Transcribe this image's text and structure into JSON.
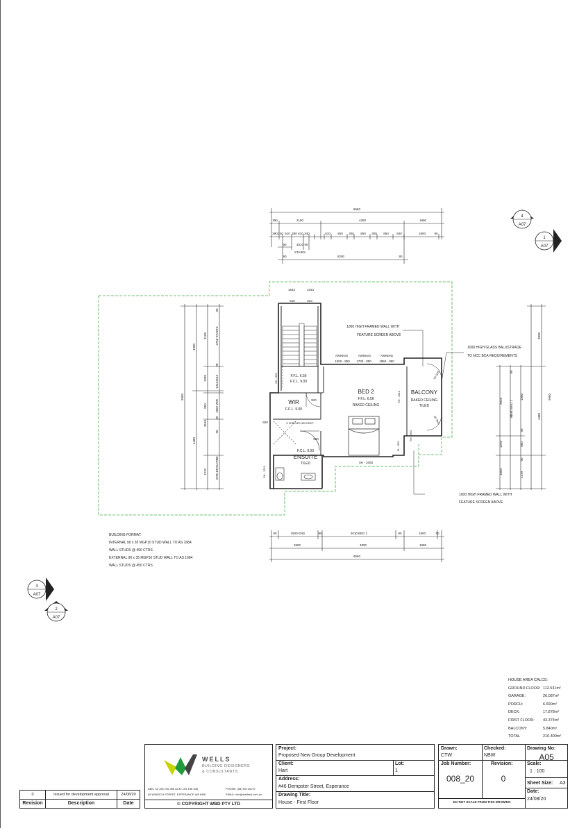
{
  "dimensions": {
    "top_overall": "8660",
    "top_row1": [
      "390",
      "2190",
      "4280",
      "1890"
    ],
    "top_row2": [
      "390",
      "240",
      "610",
      "280",
      "610",
      "340",
      "510",
      "850",
      "300",
      "850",
      "300",
      "850",
      "540",
      "1800",
      "90"
    ],
    "top_row3": [
      "90",
      "3010",
      "90"
    ],
    "stairs_label": "STAIRS",
    "top_row4": [
      "90",
      "6200",
      "90"
    ],
    "wall_marks": [
      "1543",
      "1543"
    ],
    "stair_window": [
      "610",
      "610"
    ],
    "bottom_row1": [
      "90",
      "2500 ENS",
      "90",
      "4010 BED 1",
      "90",
      "1800",
      "90"
    ],
    "bottom_row2": [
      "2680",
      "4090",
      "1890"
    ],
    "bottom_overall": "8660",
    "left_overall": "9960",
    "left_a": [
      "4380",
      "4480"
    ],
    "left_b": [
      "3165",
      "1285",
      "850",
      "3510"
    ],
    "left_c": [
      "90",
      "2750 STAIRS",
      "90",
      "1543",
      "1343",
      "1850 WIR",
      "90",
      "90",
      "2390 ENSUITE",
      "90",
      "1210"
    ],
    "right_overall": "9960",
    "right_a": [
      "3890",
      "4480"
    ],
    "right_b": [
      "2918",
      "1210",
      "1850"
    ],
    "right_c": [
      "90",
      "1800",
      "90",
      "4500 BED 1",
      "90",
      "850",
      "90",
      "1270"
    ]
  },
  "rooms": {
    "stairs_ffl": "F.F.L. 6.56",
    "stairs_fcl": "F.C.L. 9.00",
    "wir_name": "WIR",
    "wir_fcl": "F.C.L. 9.00",
    "wir_shelves": "5 SHELVES 400 DEEP",
    "wir_door": "920",
    "bed2_name": "BED 2",
    "bed2_ffl": "F.F.L. 6.56",
    "bed2_ceiling": "RAKED CEILING",
    "balcony_name": "BALCONY",
    "balcony_ceiling": "RAKED CEILING",
    "balcony_finish": "TILED",
    "ensuite_fcl": "F.C.L. 9.00",
    "ensuite_name": "ENSUITE",
    "ensuite_finish": "TILED",
    "ensuite_door": "920",
    "wall_600": "600",
    "bed2_window": "SH - 2050",
    "awnings": [
      "AWNING",
      "AWNING",
      "AWNING"
    ],
    "awning_sizes": [
      "1550 - 850",
      "1700 - 850",
      "1850 - 850"
    ],
    "balcony_door_a": "90 SHS",
    "balcony_door_b": "90 SHS",
    "side_window_a": "SH - 1810",
    "side_window_b": "SH - 850",
    "side_window_c": "SL - 850",
    "wir_window": "SH - 850",
    "ensuite_window": "SH - 1210"
  },
  "notes": {
    "framed_wall_top_1": "1000 HIGH FRAMED WALL WITH",
    "framed_wall_top_2": "FEATURE SCREEN ABOVE",
    "balustrade_1": "1000 HIGH GLASS BALUSTRADE",
    "balustrade_2": "TO NCC BCA REQUIREMENTS",
    "framed_wall_bottom_1": "1000 HIGH FRAMED WALL WITH",
    "framed_wall_bottom_2": "FEATURE SCREEN ABOVE",
    "format": [
      "BUILDING FORMAT:",
      "INTERNAL 90 x 35 MGP10 STUD WALL TO AS 1684",
      "WALL STUDS @ 450 CTRS",
      "EXTERNAL 90 x 35 MGP10 STUD WALL TO AS 1684",
      "WALL STUDS @ 450 CTRS"
    ]
  },
  "section_markers": [
    {
      "num": "4",
      "sheet": "A07"
    },
    {
      "num": "1",
      "sheet": "A07"
    },
    {
      "num": "3",
      "sheet": "A07"
    },
    {
      "num": "2",
      "sheet": "A07"
    }
  ],
  "area_calcs": {
    "title": "HOUSE AREA CALCS:",
    "rows": [
      {
        "label": "GROUND FLOOR:",
        "value": "112.531m²"
      },
      {
        "label": "GARAGE:",
        "value": "26.087m²"
      },
      {
        "label": "PORCH:",
        "value": "6.690m²"
      },
      {
        "label": "DECK:",
        "value": "17.878m²"
      },
      {
        "label": "FIRST FLOOR:",
        "value": "43.374m²"
      },
      {
        "label": "BALCONY:",
        "value": "5.840m²"
      },
      {
        "label": "TOTAL",
        "value": "210.400m²"
      }
    ]
  },
  "revision_table": {
    "row": {
      "revision": "0",
      "description": "Issued for development approval",
      "date": "24/08/20"
    },
    "headers": {
      "revision": "Revision",
      "description": "Description",
      "date": "Date"
    }
  },
  "company": {
    "name": "WELLS",
    "sub1": "BUILDING DESIGNERS",
    "sub2": "& CONSULTANTS",
    "abn": "ABN: 43 159 196 406  ACN: 159 196 406",
    "address": "65 WINDICH STREET, ESPERANCE WA 6450",
    "phone": "PHONE: (08) 90715170",
    "email": "EMAIL: info@wellsbd.com.au",
    "copyright": "© COPYRIGHT WBD PTY LTD"
  },
  "title_block": {
    "project_label": "Project:",
    "project": "Proposed New Group Development",
    "client_label": "Client:",
    "client": "Hart",
    "lot_label": "Lot:",
    "lot": "1",
    "address_label": "Address:",
    "address": "#46 Dempster Street, Esperance",
    "drawing_title_label": "Drawing Title:",
    "drawing_title": "House - First Floor",
    "drawn_label": "Drawn:",
    "drawn": "CTW",
    "checked_label": "Checked:",
    "checked": "NBW",
    "drawing_no_label": "Drawing No:",
    "drawing_no": "A05",
    "job_label": "Job Number:",
    "job": "008_20",
    "revision_label": "Revision:",
    "revision": "0",
    "scale_label": "Scale:",
    "scale": "1 : 100",
    "sheet_label": "Sheet Size:",
    "sheet": "A3",
    "date_label": "Date:",
    "date": "24/08/20",
    "disclaimer": "DO NOT SCALE FROM THIS DRAWING"
  },
  "colors": {
    "line": "#222222",
    "boundary": "#3fae3f",
    "logo_yellow": "#c8d400",
    "logo_green": "#1f9b3a",
    "logo_dark": "#444444"
  }
}
